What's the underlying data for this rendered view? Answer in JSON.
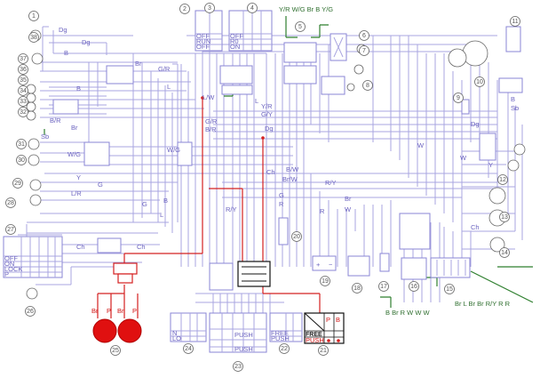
{
  "title": "",
  "component_numbers": [
    "1",
    "2",
    "3",
    "4",
    "5",
    "6",
    "7",
    "8",
    "9",
    "10",
    "11",
    "12",
    "13",
    "14",
    "15",
    "16",
    "17",
    "18",
    "19",
    "20",
    "21",
    "22",
    "23",
    "24",
    "25",
    "26",
    "27",
    "28",
    "29",
    "30",
    "31",
    "32",
    "33",
    "34",
    "35",
    "36",
    "37",
    "38"
  ],
  "top_labels": {
    "connector_5": "Y/R  W/G  Br  B  Y/G",
    "lw": "L/W",
    "left_dg": "Dg",
    "left_b": "B",
    "left_b2": "B",
    "sb": "Sb",
    "b_r": "B/R",
    "br": "Br",
    "gr": "G/R",
    "l1": "L",
    "br_top": "Br",
    "l_top": "L",
    "y_r": "Y/R",
    "g_y": "G/Y",
    "dg_mid": "Dg",
    "g_r2": "G/R",
    "b_r2": "B/R",
    "w_g": "W/G",
    "w_g2": "W/G",
    "ch": "Ch",
    "y_left": "Y",
    "g_left": "G",
    "l_r": "L/R",
    "b_w": "B/W",
    "br_w": "Br/W",
    "r_y": "R/Y",
    "r_y2": "R/Y",
    "b_right": "B",
    "sb_right": "Sb",
    "dg_right": "Dg",
    "w_right": "W",
    "w_mid": "W",
    "ch_right": "Ch",
    "y_right": "Y",
    "bottom_right": "Br  L  Br  Br  R/Y  R  R",
    "bottom_green": "B  Br  R  W  W  W",
    "g_mid": "G",
    "r_mid": "R",
    "br_mid": "Br",
    "w_mid2": "W",
    "ch_left": "Ch",
    "ch_left2": "Ch",
    "g_left2": "G",
    "l_left": "L",
    "b_left3": "B",
    "dg_left": "Dg",
    "r_left": "R"
  },
  "switch_3": {
    "rows": [
      "OFF",
      "RUN",
      "OFF"
    ]
  },
  "switch_4": {
    "rows": [
      "OFF",
      "R0",
      "ON"
    ]
  },
  "switch_27": {
    "rows": [
      "OFF",
      "ON",
      "LOCK",
      "P"
    ]
  },
  "switch_24": {
    "rows": [
      "N",
      "LO"
    ]
  },
  "switch_23": {
    "rows": [
      "PUSH",
      "PUSH"
    ]
  },
  "switch_22": {
    "rows": [
      "FREE",
      "PUSH"
    ]
  },
  "switch_21": {
    "cols": [
      "P",
      "B"
    ],
    "rows": [
      "FREE",
      "PUSH"
    ]
  },
  "lamps_25": {
    "labels": [
      "Br",
      "P",
      "Br",
      "P"
    ]
  }
}
